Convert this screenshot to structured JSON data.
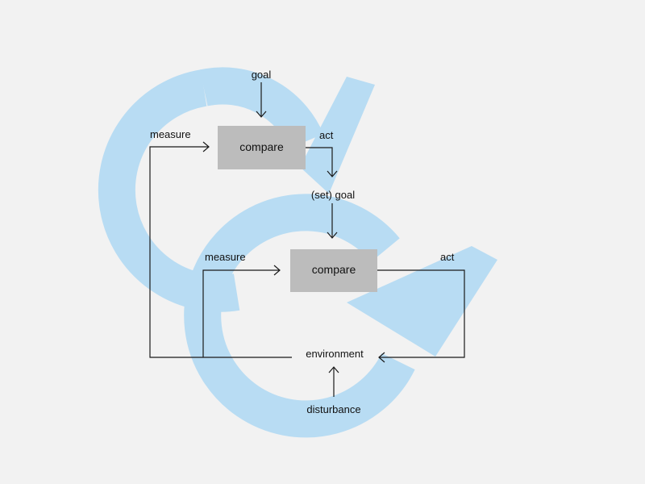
{
  "diagram": {
    "outer_loop": {
      "goal": "goal",
      "measure": "measure",
      "compare": "compare",
      "act": "act"
    },
    "inner_loop": {
      "goal": "(set) goal",
      "measure": "measure",
      "compare": "compare",
      "act": "act"
    },
    "environment": "environment",
    "disturbance": "disturbance"
  },
  "colors": {
    "background": "#f2f2f2",
    "loop_arrow": "#b8dcf3",
    "box_fill": "#bcbcbc",
    "line": "#1a1a1a",
    "text": "#111111"
  }
}
